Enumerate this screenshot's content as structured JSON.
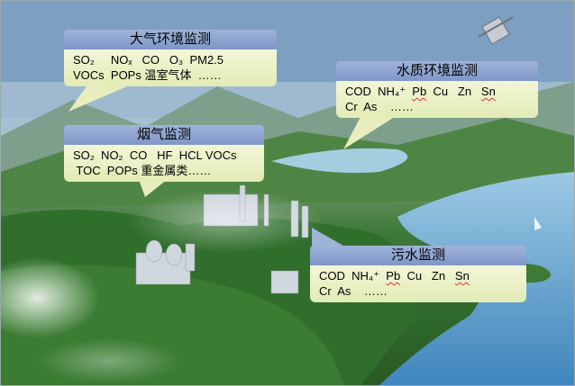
{
  "panels": {
    "air": {
      "title": "大气环境监测",
      "line1": "SO₂     NOₓ   CO   O₃  PM2.5",
      "line2": "VOCs  POPs 温室气体  ……"
    },
    "water": {
      "title": "水质环境监测",
      "line1_prefix": "COD  NH₄⁺",
      "line1_metals": [
        "Pb",
        "Cu",
        "Zn",
        "Sn"
      ],
      "line2": "Cr  As    ……"
    },
    "flue": {
      "title": "烟气监测",
      "line1": "SO₂  NO₂  CO   HF  HCL VOCs",
      "line2": " TOC  POPs 重金属类……"
    },
    "sewage": {
      "title": "污水监测",
      "line1_prefix": "COD  NH₄⁺",
      "line1_metals": [
        "Pb",
        "Cu",
        "Zn",
        "Sn"
      ],
      "line2": "Cr  As    ……"
    }
  },
  "colors": {
    "title_bg": "#8fa5d2",
    "body_bg": "#eef2c9",
    "water": "#4b8fc4",
    "forest": "#2f6a2c"
  }
}
